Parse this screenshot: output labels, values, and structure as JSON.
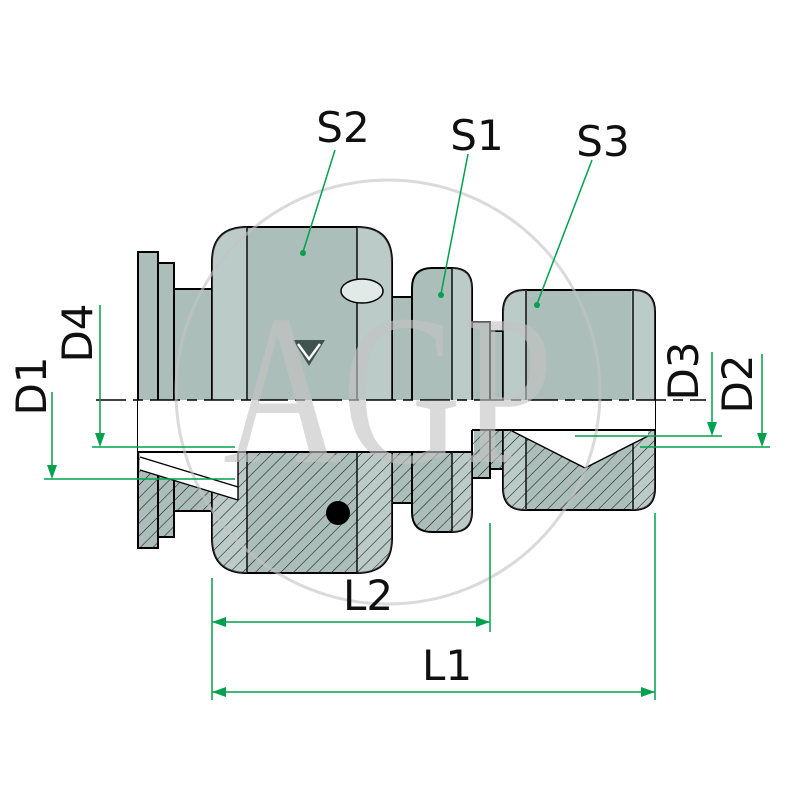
{
  "drawing": {
    "watermark": "AGP",
    "labels": {
      "s2": "S2",
      "s1": "S1",
      "s3": "S3",
      "d1": "D1",
      "d4": "D4",
      "d3": "D3",
      "d2": "D2",
      "l2": "L2",
      "l1": "L1"
    },
    "colors": {
      "dimension": "#00a14e",
      "body": "#abbeb9",
      "body_light": "#c8d4d0",
      "outline": "#000000",
      "watermark": "#c4c4c4"
    }
  }
}
